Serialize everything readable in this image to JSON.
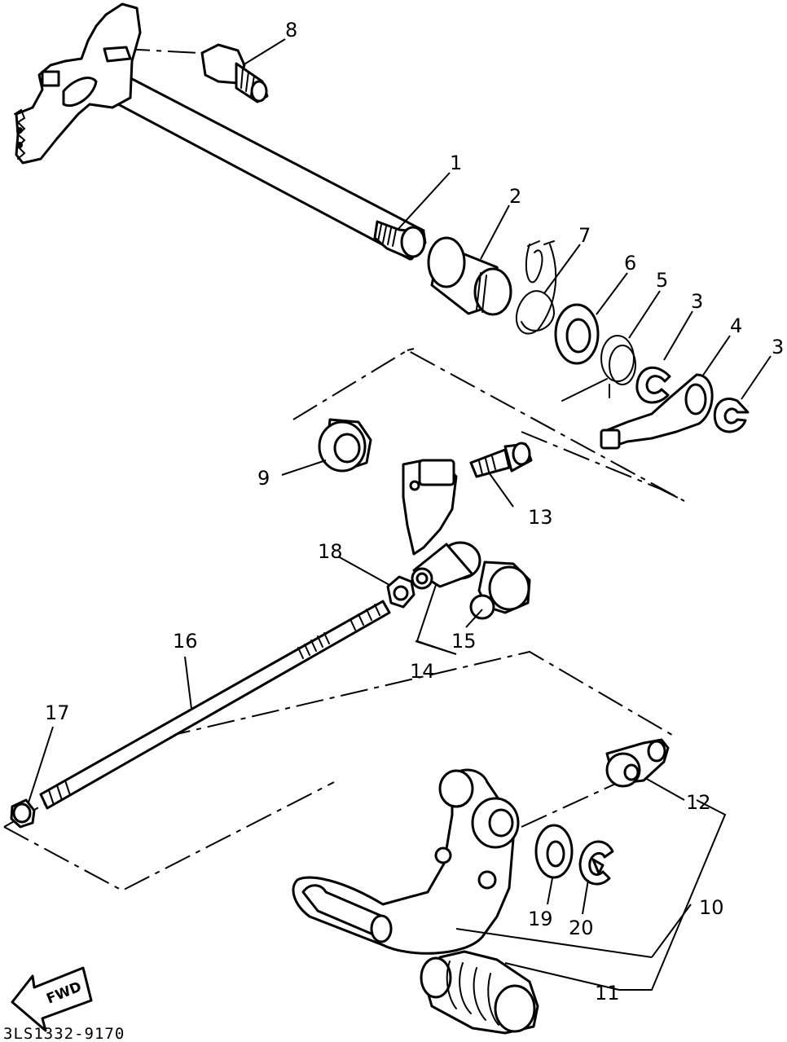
{
  "callouts": {
    "p1": "1",
    "p2": "2",
    "p3a": "3",
    "p3b": "3",
    "p4": "4",
    "p5": "5",
    "p6": "6",
    "p7": "7",
    "p8": "8",
    "p9": "9",
    "p10": "10",
    "p11": "11",
    "p12": "12",
    "p13": "13",
    "p14": "14",
    "p15": "15",
    "p16": "16",
    "p17": "17",
    "p18": "18",
    "p19": "19",
    "p20": "20"
  },
  "direction_label": "FWD",
  "diagram_code": "3LS1332-9170"
}
